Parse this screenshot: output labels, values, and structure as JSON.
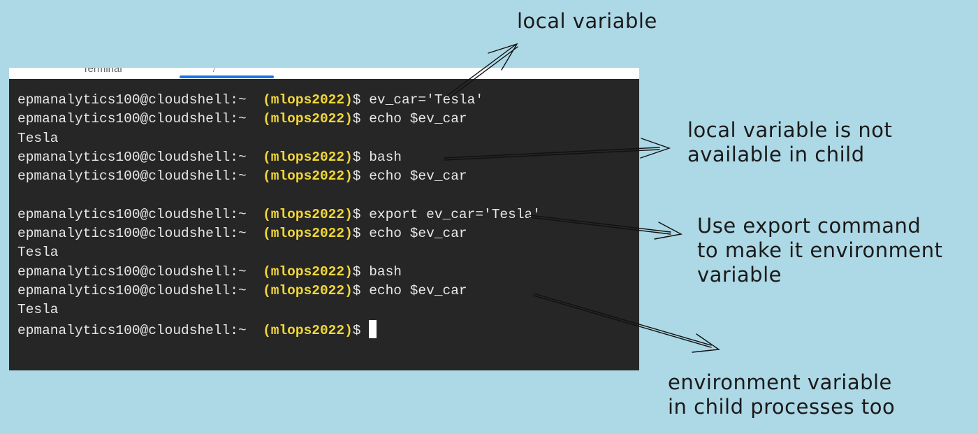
{
  "tab_bar": {
    "tab_label": "Terminal",
    "tab_mark": "/",
    "accent_color": "#1a73e8"
  },
  "terminal": {
    "prompt_user": "epmanalytics100@cloudshell",
    "prompt_path": "~",
    "project": "(mlops2022)",
    "project_color": "#f2d737",
    "lines": [
      {
        "type": "prompt",
        "command": "ev_car='Tesla'"
      },
      {
        "type": "prompt",
        "command": "echo $ev_car"
      },
      {
        "type": "output",
        "text": "Tesla"
      },
      {
        "type": "prompt",
        "command": "bash"
      },
      {
        "type": "prompt",
        "command": "echo $ev_car"
      },
      {
        "type": "output",
        "text": ""
      },
      {
        "type": "prompt",
        "command": "export ev_car='Tesla'"
      },
      {
        "type": "prompt",
        "command": "echo $ev_car"
      },
      {
        "type": "output",
        "text": "Tesla"
      },
      {
        "type": "prompt",
        "command": "bash"
      },
      {
        "type": "prompt",
        "command": "echo $ev_car"
      },
      {
        "type": "output",
        "text": "Tesla"
      },
      {
        "type": "prompt",
        "command": "",
        "cursor": true
      }
    ]
  },
  "annotations": {
    "local_variable": "local variable",
    "not_available": [
      "local variable is not",
      "available in child"
    ],
    "export_command": [
      "Use export command",
      "to make it environment",
      "variable"
    ],
    "env_in_child": [
      "environment variable",
      "in child processes too"
    ]
  }
}
